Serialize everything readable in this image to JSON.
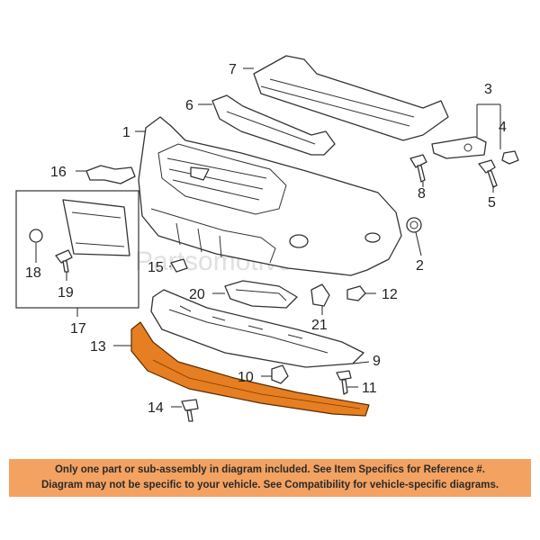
{
  "watermark": "Partsomotive.com",
  "callouts": [
    "1",
    "2",
    "3",
    "4",
    "5",
    "6",
    "7",
    "8",
    "9",
    "10",
    "11",
    "12",
    "13",
    "14",
    "15",
    "16",
    "17",
    "18",
    "19",
    "20",
    "21"
  ],
  "notice": {
    "line1": "Only one part or sub-assembly in diagram included. See Item Specifics for Reference #.",
    "line2": "Diagram may not be specific to your vehicle. See Compatibility for vehicle-specific diagrams."
  },
  "colors": {
    "highlight_part": "#e67e22",
    "notice_background": "#f4a261"
  }
}
